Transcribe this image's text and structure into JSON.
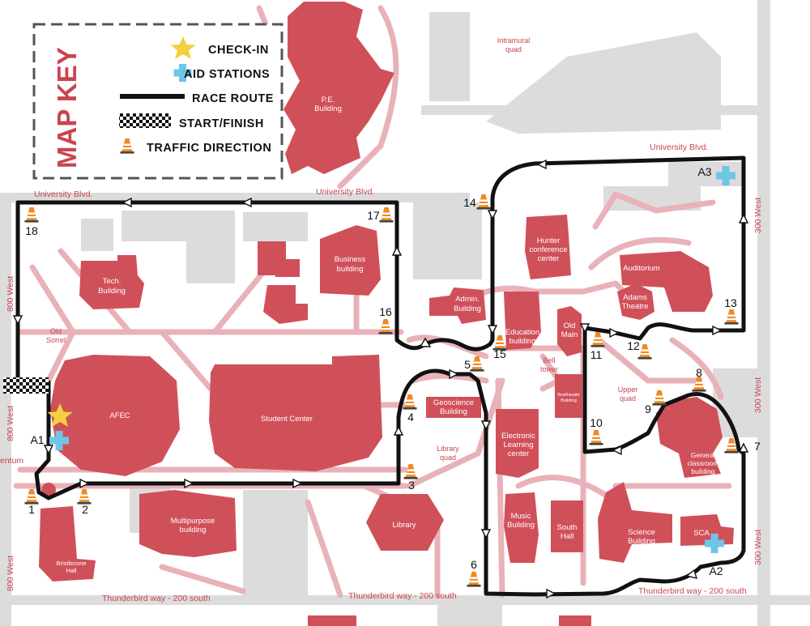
{
  "map_key": {
    "title": "MAP KEY",
    "items": [
      {
        "icon": "star-icon",
        "label": "CHECK-IN"
      },
      {
        "icon": "cross-icon",
        "label": "AID STATIONS"
      },
      {
        "icon": "route-line-icon",
        "label": "RACE ROUTE"
      },
      {
        "icon": "checkered-flag-icon",
        "label": "START/FINISH"
      },
      {
        "icon": "traffic-cone-icon",
        "label": "TRAFFIC DIRECTION"
      }
    ]
  },
  "buildings": {
    "pe": [
      "P.E.",
      "Building"
    ],
    "tech": [
      "Tech.",
      "Building"
    ],
    "business": [
      "Business",
      "building"
    ],
    "admin": [
      "Admin.",
      "Building"
    ],
    "hunter": [
      "Hunter",
      "conference",
      "center"
    ],
    "auditorium": "Auditorium",
    "adams": [
      "Adams",
      "Theatre"
    ],
    "education": [
      "Education",
      "building"
    ],
    "old_main": [
      "Old",
      "Main"
    ],
    "braithwaite": [
      "Braithwaite",
      "Building"
    ],
    "afec": "AFEC",
    "student_center": "Student Center",
    "geoscience": [
      "Geoscience",
      "Building"
    ],
    "elc": [
      "Electronic",
      "Learning",
      "center"
    ],
    "general_classroom": [
      "General",
      "classroom",
      "building"
    ],
    "multipurpose": [
      "Multipurpose",
      "building"
    ],
    "library": "Library",
    "music": [
      "Music",
      "Building"
    ],
    "south_hall": [
      "South",
      "Hall"
    ],
    "science": [
      "Science",
      "Building"
    ],
    "sca": "SCA",
    "bristlecone": [
      "Bristlecone",
      "Hall"
    ]
  },
  "streets": {
    "university_left": "University Blvd.",
    "university_mid": "University Blvd.",
    "university_right": "University Blvd.",
    "thunderbird_left": "Thunderbird way - 200 south",
    "thunderbird_mid": "Thunderbird way - 200 south",
    "thunderbird_right": "Thunderbird way - 200 south",
    "west800_top": "800 West",
    "west800_mid": "800 West",
    "west800_bottom": "800 West",
    "west300_top": "300 West",
    "west300_mid": "300 West",
    "west300_bottom": "300 West",
    "centennial": "entum"
  },
  "areas": {
    "intramural": [
      "Intramural",
      "quad"
    ],
    "old_sorrel": [
      "Old",
      "Sorrel"
    ],
    "bell_tower": [
      "Bell",
      "tower"
    ],
    "upper_quad": [
      "Upper",
      "quad"
    ],
    "library_quad": [
      "Library",
      "quad"
    ]
  },
  "checkpoints": [
    "1",
    "2",
    "3",
    "4",
    "5",
    "6",
    "7",
    "8",
    "9",
    "10",
    "11",
    "12",
    "13",
    "14",
    "15",
    "16",
    "17",
    "18"
  ],
  "aid_stations": [
    "A1",
    "A2",
    "A3"
  ],
  "colors": {
    "building": "#d0505a",
    "path": "#e8b2b8",
    "road": "#dcdcdc",
    "route": "#111111",
    "star": "#f4d03f",
    "aid": "#6ec6e6",
    "cone": "#f08a24"
  }
}
